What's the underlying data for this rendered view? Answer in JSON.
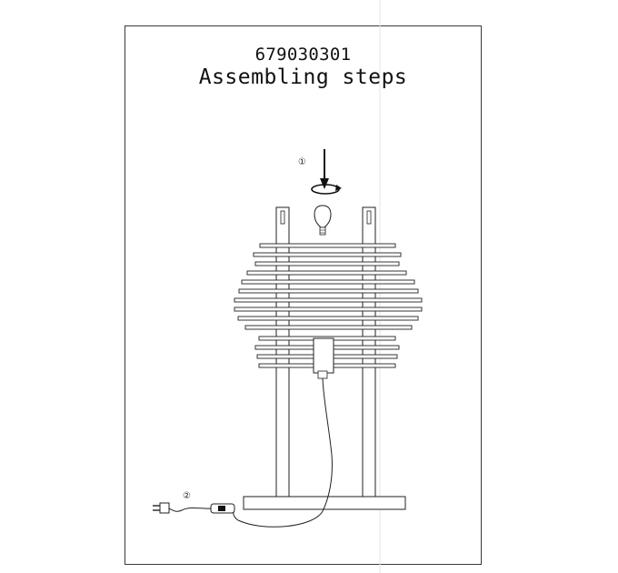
{
  "document": {
    "model_number": "679030301",
    "title": "Assembling steps"
  },
  "steps": [
    {
      "marker": "①"
    },
    {
      "marker": "②"
    }
  ],
  "icons": [
    "down-arrow-icon",
    "rotate-arrow-icon",
    "light-bulb-icon",
    "plug-icon",
    "inline-switch-icon"
  ],
  "colors": {
    "ink": "#111111",
    "paper": "#ffffff"
  }
}
